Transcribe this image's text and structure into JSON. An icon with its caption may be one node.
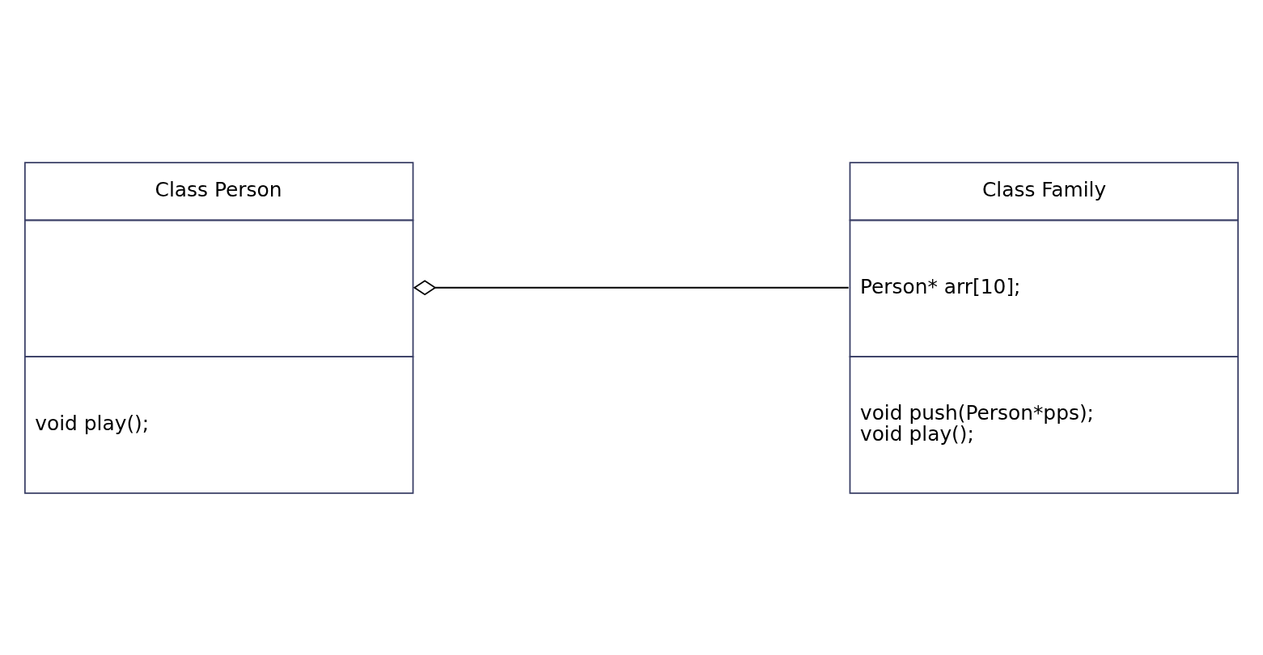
{
  "diagram": {
    "nodes": [
      {
        "text": [
          "Class Person",
          "void play();"
        ]
      },
      {
        "text": [
          "Class Family",
          "Person* arr[10];",
          "void push(Person*pps);",
          "void play();"
        ]
      }
    ],
    "edges": [
      {
        "from": 0,
        "to": 1,
        "arrow": "other"
      }
    ]
  }
}
